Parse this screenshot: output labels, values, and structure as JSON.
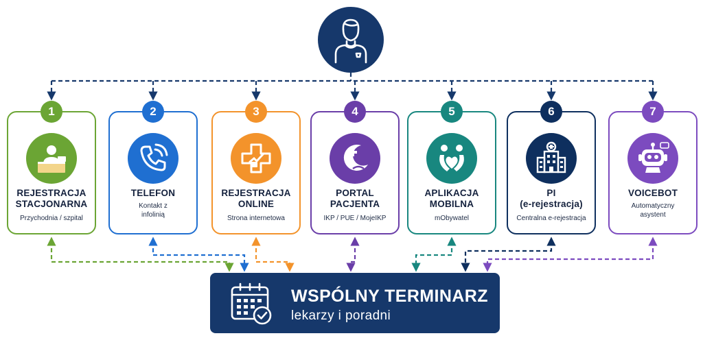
{
  "colors": {
    "navy": "#16386b",
    "green": "#6ba534",
    "blue": "#1f6fd1",
    "orange": "#f3932b",
    "purple": "#6a3ea8",
    "teal": "#18877f",
    "darknavy": "#0e2f5e",
    "violet": "#7c4bbf"
  },
  "patient": {
    "icon": "patient-icon"
  },
  "channels": [
    {
      "number": "1",
      "title1": "REJESTRACJA",
      "title2": "STACJONARNA",
      "subtitle1": "Przychodnia / szpital",
      "subtitle2": "",
      "icon": "reception-desk-icon",
      "color": "#6ba534"
    },
    {
      "number": "2",
      "title1": "TELEFON",
      "title2": "",
      "subtitle1": "Kontakt z",
      "subtitle2": "infolinią",
      "icon": "phone-icon",
      "color": "#1f6fd1"
    },
    {
      "number": "3",
      "title1": "REJESTRACJA",
      "title2": "ONLINE",
      "subtitle1": "Strona internetowa",
      "subtitle2": "",
      "icon": "medical-cross-icon",
      "color": "#f3932b"
    },
    {
      "number": "4",
      "title1": "PORTAL",
      "title2": "PACJENTA",
      "subtitle1": "IKP / PUE / MojeIKP",
      "subtitle2": "",
      "icon": "health-moon-icon",
      "color": "#6a3ea8"
    },
    {
      "number": "5",
      "title1": "APLIKACJA",
      "title2": "MOBILNA",
      "subtitle1": "mObywatel",
      "subtitle2": "",
      "icon": "care-hearts-icon",
      "color": "#18877f"
    },
    {
      "number": "6",
      "title1": "PI",
      "title2": "(e-rejestracja)",
      "subtitle1": "Centralna e-rejestracja",
      "subtitle2": "",
      "icon": "hospital-building-icon",
      "color": "#0e2f5e"
    },
    {
      "number": "7",
      "title1": "VOICEBOT",
      "title2": "",
      "subtitle1": "Automatyczny",
      "subtitle2": "asystent",
      "icon": "robot-icon",
      "color": "#7c4bbf"
    }
  ],
  "terminarz": {
    "title": "WSPÓLNY TERMINARZ",
    "subtitle": "lekarzy i poradni",
    "icon": "calendar-check-icon"
  }
}
